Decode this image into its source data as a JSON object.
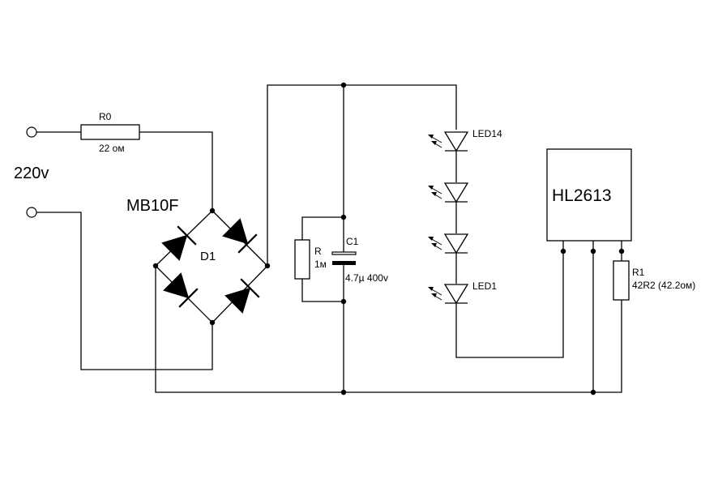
{
  "input": {
    "voltage_label": "220v"
  },
  "r0": {
    "ref": "R0",
    "value": "22 ом"
  },
  "bridge": {
    "part": "MB10F",
    "ref": "D1"
  },
  "r_bleed": {
    "ref": "R",
    "value": "1м"
  },
  "c1": {
    "ref": "C1",
    "value": "4.7µ 400v"
  },
  "leds": {
    "top_ref": "LED14",
    "bottom_ref": "LED1"
  },
  "ic": {
    "part": "HL2613"
  },
  "r1": {
    "ref": "R1",
    "value": "42R2 (42.2ом)"
  }
}
